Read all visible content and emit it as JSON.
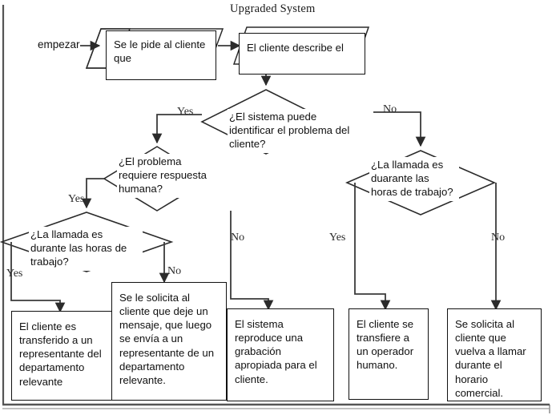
{
  "diagram": {
    "title": "Upgraded System",
    "type": "flowchart",
    "language": "es",
    "start_label": "empezar",
    "edge_labels": {
      "yes": "Yes",
      "no": "No"
    },
    "nodes": [
      {
        "id": "n1",
        "shape": "parallelogram",
        "text": "Se le pide al cliente que"
      },
      {
        "id": "n2",
        "shape": "parallelogram",
        "text": "El cliente describe el"
      },
      {
        "id": "d1",
        "shape": "diamond",
        "text": "¿El sistema puede identificar el problema del cliente?"
      },
      {
        "id": "d2",
        "shape": "diamond",
        "text": "¿El problema requiere respuesta humana?"
      },
      {
        "id": "d3",
        "shape": "diamond",
        "text": "¿La llamada es durante las horas de trabajo?"
      },
      {
        "id": "d4",
        "shape": "diamond",
        "text": "¿La llamada es duarante las horas de trabajo?"
      },
      {
        "id": "b1",
        "shape": "rectangle",
        "text": "El cliente es transferido a un representante del departamento relevante"
      },
      {
        "id": "b2",
        "shape": "rectangle",
        "text": "Se le solicita al cliente que deje un mensaje, que luego se envía a un representante de un departamento relevante."
      },
      {
        "id": "b3",
        "shape": "rectangle",
        "text": "El sistema reproduce una grabación apropiada para el cliente."
      },
      {
        "id": "b4",
        "shape": "rectangle",
        "text": "El cliente se transfiere a un operador humano."
      },
      {
        "id": "b5",
        "shape": "rectangle",
        "text": "Se solicita al cliente que vuelva a llamar durante el horario comercial."
      }
    ],
    "edges": [
      {
        "from": "start",
        "to": "n1",
        "label": ""
      },
      {
        "from": "n1",
        "to": "n2",
        "label": ""
      },
      {
        "from": "n2",
        "to": "d1",
        "label": ""
      },
      {
        "from": "d1",
        "to": "d2",
        "label": "Yes"
      },
      {
        "from": "d1",
        "to": "d4",
        "label": "No"
      },
      {
        "from": "d2",
        "to": "d3",
        "label": "Yes"
      },
      {
        "from": "d2",
        "to": "b3",
        "label": "No"
      },
      {
        "from": "d3",
        "to": "b1",
        "label": "Yes"
      },
      {
        "from": "d3",
        "to": "b2",
        "label": "No"
      },
      {
        "from": "d4",
        "to": "b4",
        "label": "Yes"
      },
      {
        "from": "d4",
        "to": "b5",
        "label": "No"
      }
    ],
    "labels": {
      "yes_d1": "Yes",
      "no_d1": "No",
      "yes_d2": "Yes",
      "no_d2": "No",
      "yes_d3": "Yes",
      "no_d3": "No",
      "yes_d4": "Yes",
      "no_d4": "No"
    },
    "colors": {
      "stroke": "#333333",
      "node_border": "#111111",
      "text": "#101010",
      "background": "#ffffff"
    }
  }
}
